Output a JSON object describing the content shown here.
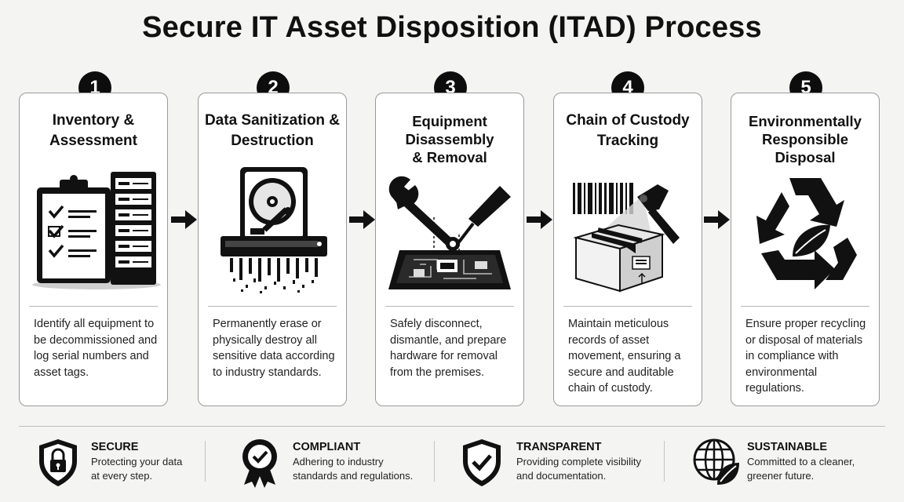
{
  "title": "Secure IT Asset Disposition (ITAD) Process",
  "steps": [
    {
      "number": "1",
      "title": "Inventory & Assessment",
      "description": "Identify all equipment to be decommissioned and log serial numbers and asset tags.",
      "illustration": "clipboard-server-icon"
    },
    {
      "number": "2",
      "title": "Data Sanitization & Destruction",
      "description": "Permanently erase or physically destroy all sensitive data according to industry standards.",
      "illustration": "hard-drive-shredder-icon"
    },
    {
      "number": "3",
      "title": "Equipment Disassembly & Removal",
      "description": "Safely disconnect, dismantle, and prepare hardware for removal from the premises.",
      "illustration": "tools-circuit-board-icon"
    },
    {
      "number": "4",
      "title": "Chain of Custody Tracking",
      "description": "Maintain meticulous records of asset movement, ensuring a secure and auditable chain of custody.",
      "illustration": "barcode-scanner-box-icon"
    },
    {
      "number": "5",
      "title": "Environmentally Responsible Disposal",
      "description": "Ensure proper recycling or disposal of materials in compliance with environmental regulations.",
      "illustration": "recycle-leaf-icon"
    }
  ],
  "features": [
    {
      "title": "SECURE",
      "description": "Protecting your data at every step.",
      "icon": "shield-lock-icon"
    },
    {
      "title": "COMPLIANT",
      "description": "Adhering to industry standards and regulations.",
      "icon": "award-badge-check-icon"
    },
    {
      "title": "TRANSPARENT",
      "description": "Providing complete visibility and documentation.",
      "icon": "shield-check-icon"
    },
    {
      "title": "SUSTAINABLE",
      "description": "Committed to a cleaner, greener future.",
      "icon": "globe-leaf-icon"
    }
  ]
}
